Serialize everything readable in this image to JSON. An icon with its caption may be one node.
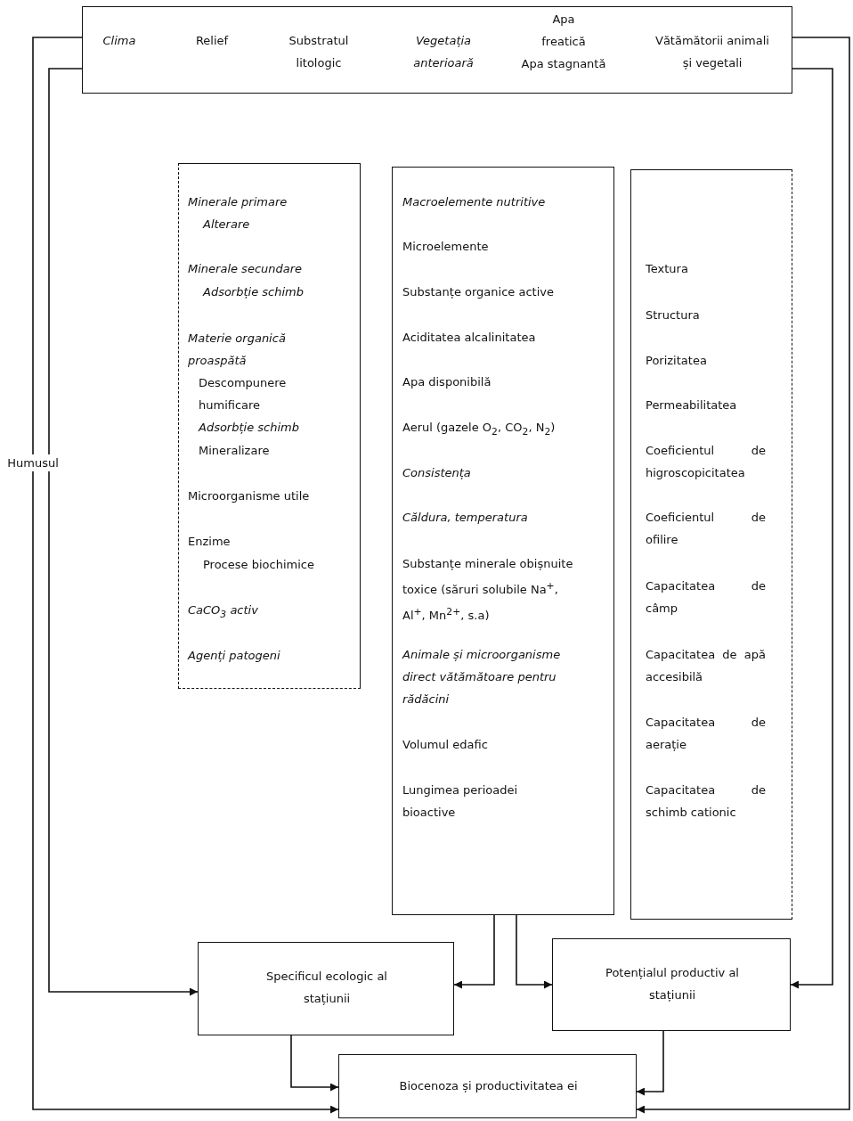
{
  "diagram": {
    "nodes": [
      {
        "text": [
          "Clima",
          "Relief",
          "Substratul litologic",
          "Vegetația anterioară",
          "Apa freatică",
          "Apa stagnantă",
          "Vătămătorii animali și vegetali"
        ]
      },
      {
        "text": [
          "Minerale primare",
          "Alterare",
          "Minerale secundare",
          "Adsorbție schimb",
          "Materie organică proaspătă",
          "Descompunere humificare",
          "Adsorbție schimb",
          "Mineralizare",
          "Microorganisme utile",
          "Enzime",
          "Procese biochimice",
          "CaCO$_{3}$ activ",
          "Agenți patogeni"
        ]
      },
      {
        "text": [
          "Macroelemente nutritive",
          "Microelemente",
          "Substanțe organice active",
          "Aciditatea alcalinitatea",
          "Apa disponibilă",
          "Aerul (gazele O$_{2}$, CO$_{2}$, N$_{2}$)",
          "Consistența",
          "Căldura, temperatura",
          "Substanțe minerale obișnuite toxice (săruri solubile Na$^{+}$, Al$^{+}$, Mn$^{2+}$, s.a)",
          "Animale și microorganisme direct vătămătoare pentru rădăcini",
          "Volumul edafic",
          "Lungimea perioadei bioactive"
        ]
      },
      {
        "text": [
          "Textura",
          "Structura",
          "Porizitatea",
          "Permeabilitatea",
          "Coeficientul de higroscopicitatea",
          "Coeficientul de ofilire",
          "Capacitatea de câmp",
          "Capacitatea de apă accesibilă",
          "Capacitatea de aerație",
          "Capacitatea de schimb cationic"
        ]
      },
      {
        "text": [
          "Specificul ecologic al stațiunii"
        ]
      },
      {
        "text": [
          "Potențialul productiv al stațiunii"
        ]
      },
      {
        "text": [
          "Biocenoza și productivitatea ei"
        ]
      }
    ],
    "edges": [
      {
        "from": 0,
        "to": 4,
        "arrow": "to"
      },
      {
        "from": 0,
        "to": 6,
        "arrow": "to",
        "label": "Humusul"
      },
      {
        "from": 0,
        "to": 5,
        "arrow": "to"
      },
      {
        "from": 0,
        "to": 6,
        "arrow": "to"
      },
      {
        "from": 2,
        "to": 4,
        "arrow": "to"
      },
      {
        "from": 2,
        "to": 5,
        "arrow": "to"
      },
      {
        "from": 4,
        "to": 6,
        "arrow": "to"
      },
      {
        "from": 5,
        "to": 6,
        "arrow": "to"
      }
    ]
  }
}
